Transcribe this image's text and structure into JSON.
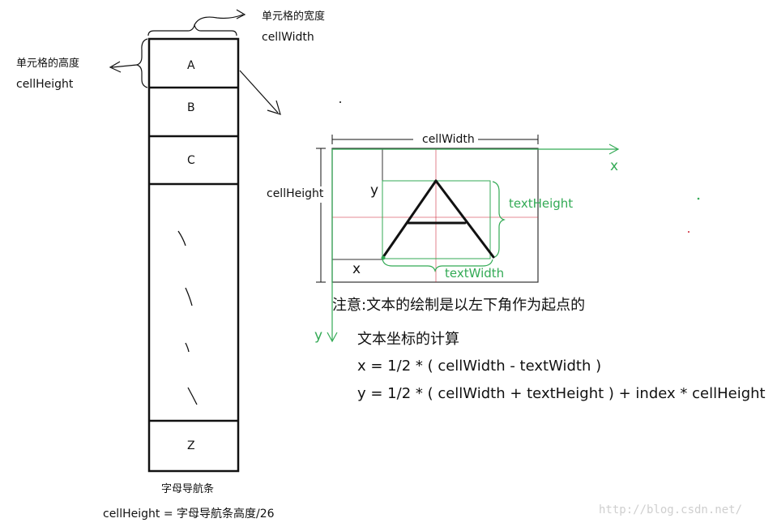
{
  "nav_bar": {
    "cells": [
      "A",
      "B",
      "C",
      "Z"
    ],
    "width_label_cn": "单元格的宽度",
    "width_label_en": "cellWidth",
    "height_label_cn": "单元格的高度",
    "height_label_en": "cellHeight",
    "caption": "字母导航条",
    "formula": "cellHeight = 字母导航条高度/26"
  },
  "detail": {
    "cell_width": "cellWidth",
    "cell_height": "cellHeight",
    "axis_x": "x",
    "axis_y": "y",
    "y_origin": "y",
    "x_origin": "x",
    "text_height": "textHeight",
    "text_width": "textWidth",
    "glyph": "A"
  },
  "notes": {
    "note": "注意:文本的绘制是以左下角作为起点的",
    "title": "文本坐标的计算",
    "formula_x": "x = 1/2 * ( cellWidth - textWidth )",
    "formula_y": "y = 1/2 * ( cellWidth + textHeight ) + index * cellHeight"
  },
  "watermark": "http://blog.csdn.net/",
  "colors": {
    "green": "#33aa55",
    "red": "#cc2233",
    "black": "#111111"
  }
}
